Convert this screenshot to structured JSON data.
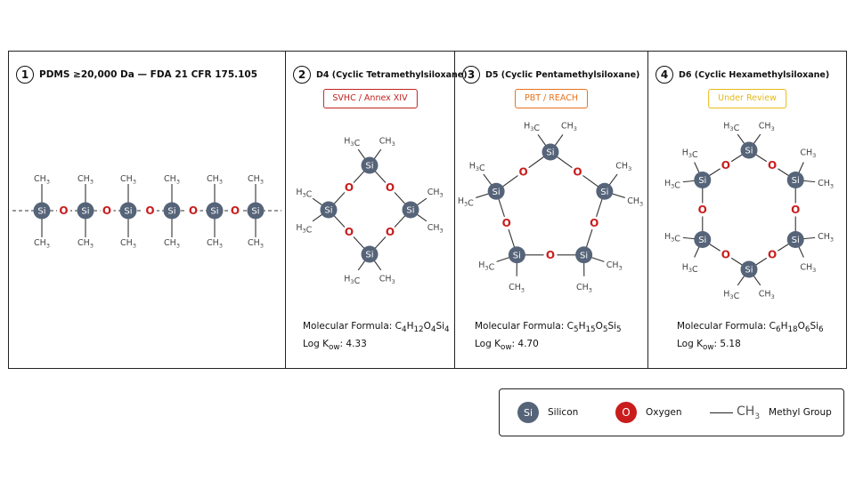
{
  "colors": {
    "silicon": "#566479",
    "oxygen": "#c91c1c",
    "svhc": "#c0221f",
    "pbt": "#e8731c",
    "review": "#e6b818"
  },
  "panels": [
    {
      "number": "1",
      "title": "PDMS ≥20,000 Da — FDA 21 CFR 175.105"
    },
    {
      "number": "2",
      "title": "D4 (Cyclic Tetramethylsiloxane)",
      "badge": "SVHC / Annex XIV",
      "formula_label": "Molecular Formula: ",
      "formula": "C4H12O4Si4",
      "logk_label": "Log Kow: ",
      "logk_value": "4.33"
    },
    {
      "number": "3",
      "title": "D5 (Cyclic Pentamethylsiloxane)",
      "badge": "PBT / REACH",
      "formula_label": "Molecular Formula: ",
      "formula": "C5H15O5Si5",
      "logk_label": "Log Kow: ",
      "logk_value": "4.70"
    },
    {
      "number": "4",
      "title": "D6 (Cyclic Hexamethylsiloxane)",
      "badge": "Under Review",
      "formula_label": "Molecular Formula: ",
      "formula": "C6H18O6Si6",
      "logk_label": "Log Kow: ",
      "logk_value": "5.18"
    }
  ],
  "atoms": {
    "silicon": "Si",
    "oxygen": "O",
    "methyl": "CH3",
    "methyl_left": "H3C"
  },
  "legend": {
    "silicon_label": "Silicon",
    "oxygen_label": "Oxygen",
    "methyl_label": "Methyl Group"
  }
}
